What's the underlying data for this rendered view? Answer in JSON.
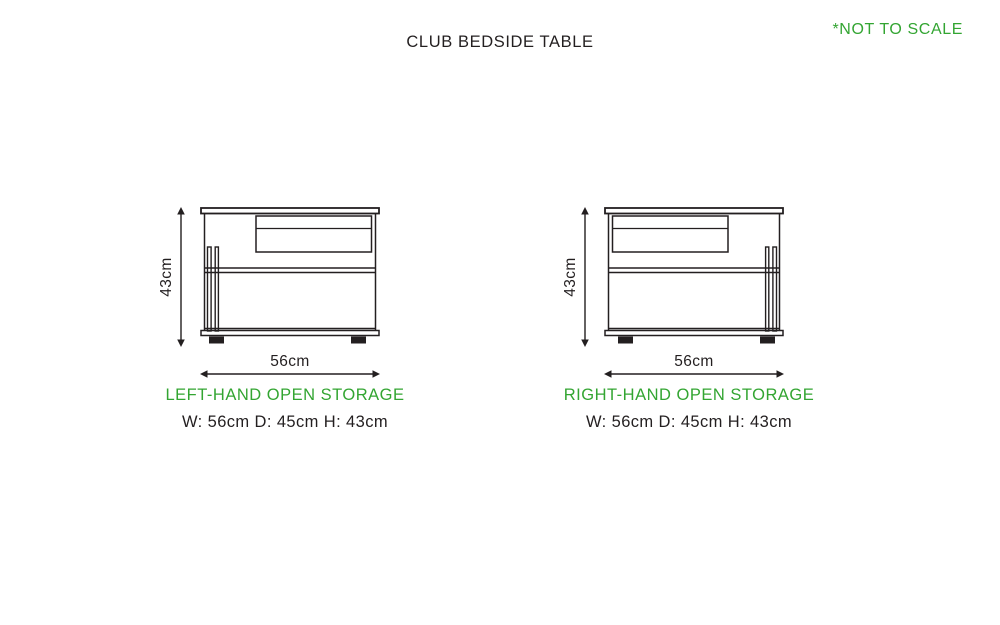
{
  "page": {
    "title": "CLUB BEDSIDE TABLE",
    "scale_note": "*NOT TO SCALE"
  },
  "colors": {
    "accent_green": "#33a532",
    "ink": "#231f20"
  },
  "figures": [
    {
      "name": "LEFT-HAND OPEN STORAGE",
      "orientation": "left",
      "width_label": "56cm",
      "height_label": "43cm",
      "dimensions": "W: 56cm D: 45cm H: 43cm"
    },
    {
      "name": "RIGHT-HAND OPEN STORAGE",
      "orientation": "right",
      "width_label": "56cm",
      "height_label": "43cm",
      "dimensions": "W: 56cm D: 45cm H: 43cm"
    }
  ]
}
